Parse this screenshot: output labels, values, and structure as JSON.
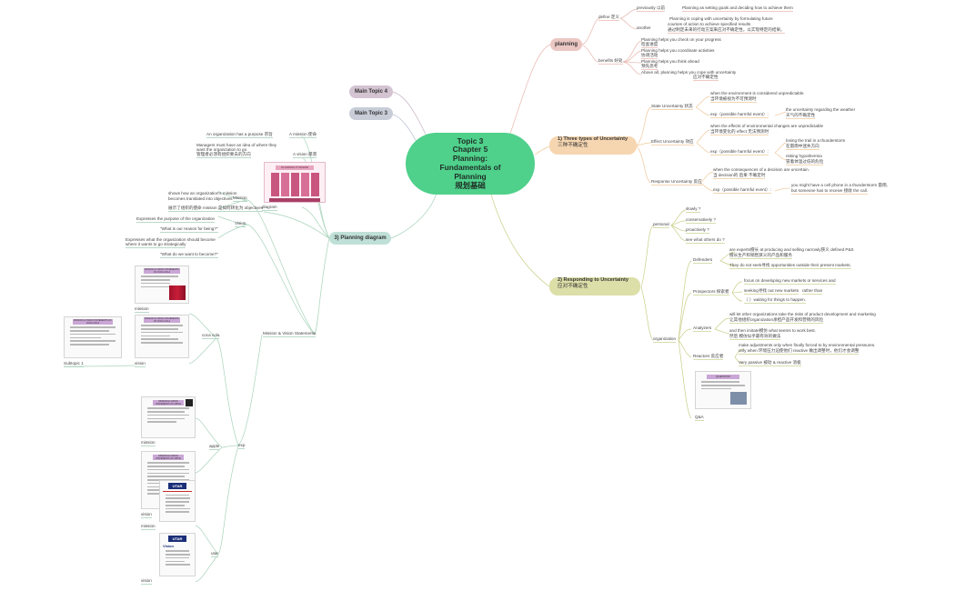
{
  "central": {
    "line1": "Topic 3",
    "line2": "Chapter 5",
    "line3": "Planning:",
    "line4": "Fundamentals of",
    "line5": "Planning",
    "line6": "规划基础"
  },
  "main_topics": {
    "topic4": "Main Topic 4",
    "topic3": "Main Topic 3"
  },
  "planning": {
    "label": "planning",
    "define": "define 定义",
    "previously": "previously 以前",
    "previously_text": "Planning as setting goals and deciding how to achieve them",
    "another": "another",
    "another_text1": "Planning is coping with uncertainty by formulating future",
    "another_text2": "courses of action to achieve specified results",
    "another_text3": "通过制定未来的行动方案来应对不确定性，以实现特定的结果。",
    "benefits": "benefits 好处",
    "benefit1": "Planning helps you check on your progress",
    "benefit1_cn": "检查进度",
    "benefit2": "Planning helps you coordinate activities",
    "benefit2_cn": "协调活动",
    "benefit3": "Planning helps you think ahead",
    "benefit3_cn": "预先思考",
    "benefit4": "Above all, planning helps you cope with uncertainty",
    "benefit4_cn": "应对不确定性"
  },
  "uncertainty": {
    "label1": "1) Three types of Uncertainty",
    "label2": "三种不确定性",
    "state": "State Uncertainty 状态",
    "state_def1": "when the environment is considered unpredictable.",
    "state_def2": "当环境被视为不可预测时",
    "state_exp": "exp（possible harmful event）:",
    "state_exp_text1": "the uncertainty regarding the weather",
    "state_exp_text2": "天气的不确定性",
    "effect": "Effect Uncertainty 效应",
    "effect_def1": "when the effects of environmental changes are unpredictable",
    "effect_def2": "当环境变化的 effect 无法预测时",
    "effect_exp": "exp（possible harmful event）:",
    "effect_exp1_a": "losing the trail in a thunderstorm",
    "effect_exp1_b": "在雷雨中迷失方向",
    "effect_exp2_a": "risking hypothermia",
    "effect_exp2_b": "冒着体温过低的危险",
    "response": "Response Uncertainty 反应",
    "response_def1": "when the consequences of a decision are uncertain.",
    "response_def2": "当 decision的 后果 不确定时",
    "response_exp": "exp（possible harmful event）:",
    "response_exp_text1": "you might have a cell phone in a thunderstorm 雷雨,",
    "response_exp_text2": "but someone has to receive 接收 the call."
  },
  "responding": {
    "label1": "2) Responding to Uncertainty",
    "label2": "应对不确定性",
    "personal": "personal",
    "p1": "slowly ?",
    "p2": "conservatively ?",
    "p3": "proactively ?",
    "p4": "see what others do ?",
    "organization": "organization",
    "defenders": "Defenders",
    "def_text1": "are experts擅长 at producing and selling narrowly狭义 defined P&S",
    "def_text2": "擅长生产和销售狭义的产品和服务",
    "def_text3": "They do not seek寻找 opportunities outside their present markets.",
    "prospectors": "Prospectors 探索者",
    "pro_text1": "focus on developing new markets or services and",
    "pro_text2": "seeking寻找 out new markets",
    "pro_text2b": "rather than",
    "pro_text3": "（ ）waiting for things to happen.",
    "analyzers": "Analyzers",
    "ana_text1": "will let other organizations take the risks of product development and marketing",
    "ana_text2": "让其他组织organization承担产品开发和营销的风险",
    "ana_text3": "and then imitate模仿 what seems to work best.",
    "ana_text4": "然后 模仿似乎最有效的做法",
    "reactors": "Reactors 反应者",
    "rea_text1": "make adjustments only when finally forced to by environmental pressures.",
    "rea_text2": "only when 环境压力迫使他们 reactive 做出调整时，他们才会调整",
    "rea_text3": "Very passive 被动 & reactive 消极",
    "slide_title": "QUESTION",
    "qa": "Q&A"
  },
  "planning_diagram": {
    "label": "3) Planning diagram",
    "mission_left": "An organization has a purpose 宗旨",
    "mission_tag": "A mission 使命",
    "vision_left1": "Managers must have an idea of where they",
    "vision_left2": "want the organization to go",
    "vision_left3": "管理者必须有组织要去的方向",
    "vision_tag": "A vision 愿景",
    "diagram_title": "PLANNING PYRAMID",
    "diagram": "diagram",
    "shows1": "shows how an organization's mission",
    "shows2": "becomes translated into objectives",
    "shows3": "展示了组织的使命 mission 是如何转化为 objectives",
    "mission": "Mission",
    "mission_p1": "Expresses the purpose of the organization",
    "mission_q": "\"What is our reason for being?\"",
    "vision": "Vision",
    "vision_p1": "Expresses what the organization should become",
    "vision_p2": "where it wants to go strategically",
    "vision_q": "\"What do we want to become?\"",
    "mvs": "Mission & Vision Statements",
    "exp": "exp",
    "coca": "coca cola",
    "coca_mission": "mission",
    "coca_vision": "vision",
    "subtopic": "Subtopic 1",
    "apple": "apple",
    "apple_mission": "mission",
    "apple_vision": "vision",
    "utar": "utar",
    "utar_mission": "mission",
    "utar_vision": "vision",
    "utar_logo": "UTAR",
    "utar_vision_label": "Vision",
    "slide_title": "MISSION & VISION STATEMENTS OF COCA-COLA",
    "apple_title": "MISSION & VISION STATEMENTS OF APPLE"
  },
  "colors": {
    "central": "#4fd08b",
    "planning": "#ebc7c3",
    "uncertainty": "#f6d6b1",
    "responding": "#dcdfa8",
    "diagram": "#bfe0d6",
    "main_topic": "#c8cdd8",
    "main_topic4": "#d4c4d2",
    "green_line": "#a8d3bb",
    "red_line": "#e9b6ae"
  }
}
